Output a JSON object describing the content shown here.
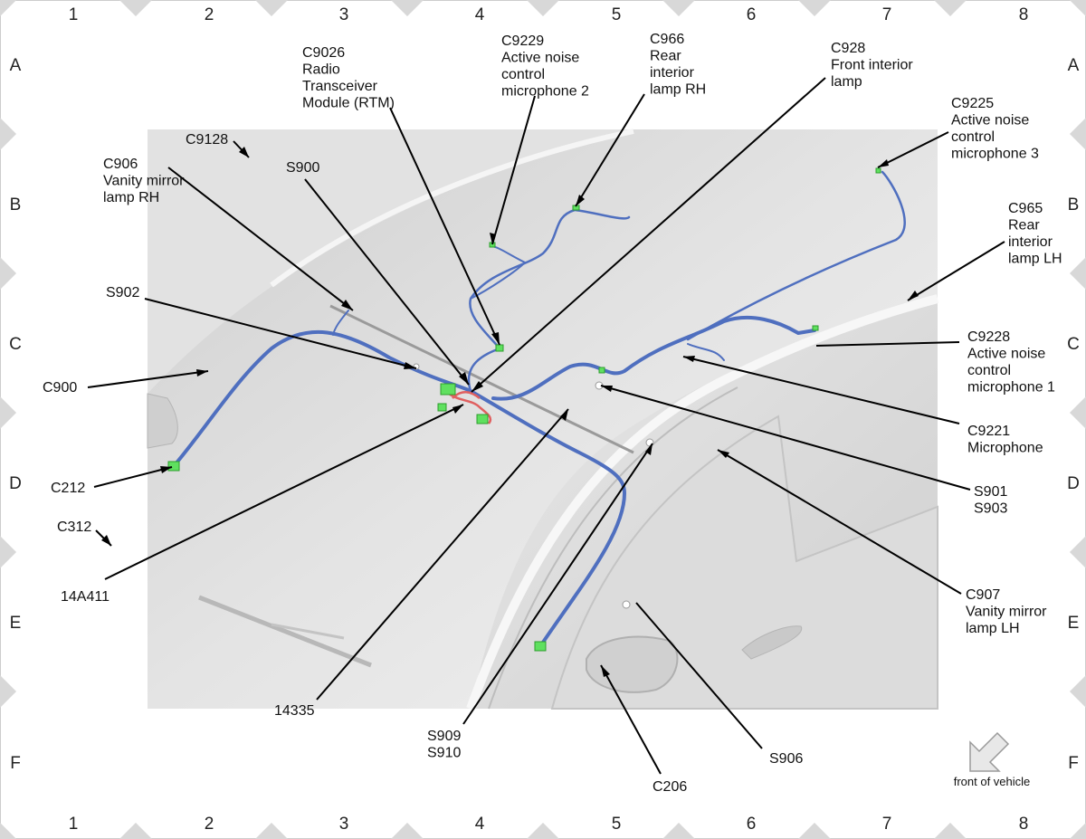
{
  "grid": {
    "columns": [
      "1",
      "2",
      "3",
      "4",
      "5",
      "6",
      "7",
      "8"
    ],
    "rows": [
      "A",
      "B",
      "C",
      "D",
      "E",
      "F"
    ]
  },
  "callouts": {
    "c9026": [
      "C9026",
      "Radio",
      "Transceiver",
      "Module (RTM)"
    ],
    "c9229": [
      "C9229",
      "Active noise",
      "control",
      "microphone 2"
    ],
    "c966": [
      "C966",
      "Rear",
      "interior",
      "lamp RH"
    ],
    "c928": [
      "C928",
      "Front interior",
      "lamp"
    ],
    "c9225": [
      "C9225",
      "Active noise",
      "control",
      "microphone 3"
    ],
    "c965": [
      "C965",
      "Rear",
      "interior",
      "lamp LH"
    ],
    "c9128": [
      "C9128"
    ],
    "c906": [
      "C906",
      "Vanity mirror",
      "lamp RH"
    ],
    "s900": [
      "S900"
    ],
    "s902": [
      "S902"
    ],
    "c900": [
      "C900"
    ],
    "c9228": [
      "C9228",
      "Active noise",
      "control",
      "microphone 1"
    ],
    "c9221": [
      "C9221",
      "Microphone"
    ],
    "s901_s903": [
      "S901",
      "S903"
    ],
    "c212": [
      "C212"
    ],
    "c312": [
      "C312"
    ],
    "p14a411": [
      "14A411"
    ],
    "c907": [
      "C907",
      "Vanity mirror",
      "lamp LH"
    ],
    "p14335": [
      "14335"
    ],
    "s909_s910": [
      "S909",
      "S910"
    ],
    "s906": [
      "S906"
    ],
    "c206": [
      "C206"
    ]
  },
  "orientation": {
    "label": "front of vehicle",
    "icon": "arrow-icon"
  },
  "colors": {
    "harness": "#4f6fbf",
    "connector": "#5fe05f",
    "splice_red": "#e06060",
    "body_shade": "#d9d9d9",
    "grid_triangle": "#d8d8d8"
  }
}
